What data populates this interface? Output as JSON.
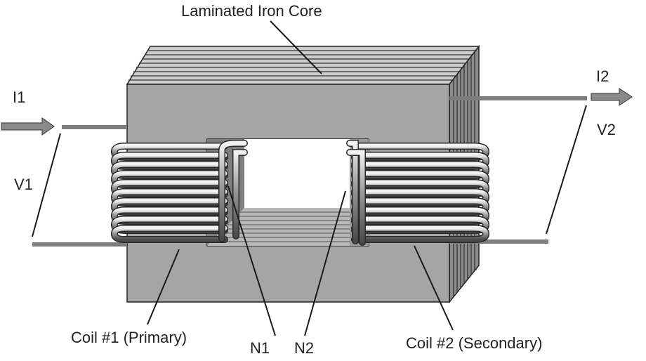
{
  "labels": {
    "core": "Laminated Iron Core",
    "i1": "I1",
    "i2": "I2",
    "v1": "V1",
    "v2": "V2",
    "n1": "N1",
    "n2": "N2",
    "coil1": "Coil #1 (Primary)",
    "coil2": "Coil #2 (Secondary)"
  },
  "colors": {
    "core_front": "#a3a3a3",
    "core_top": "#c9c9c9",
    "core_side": "#8a8a8a",
    "wire": "#7a7a7a",
    "line": "#1a1a1a"
  }
}
